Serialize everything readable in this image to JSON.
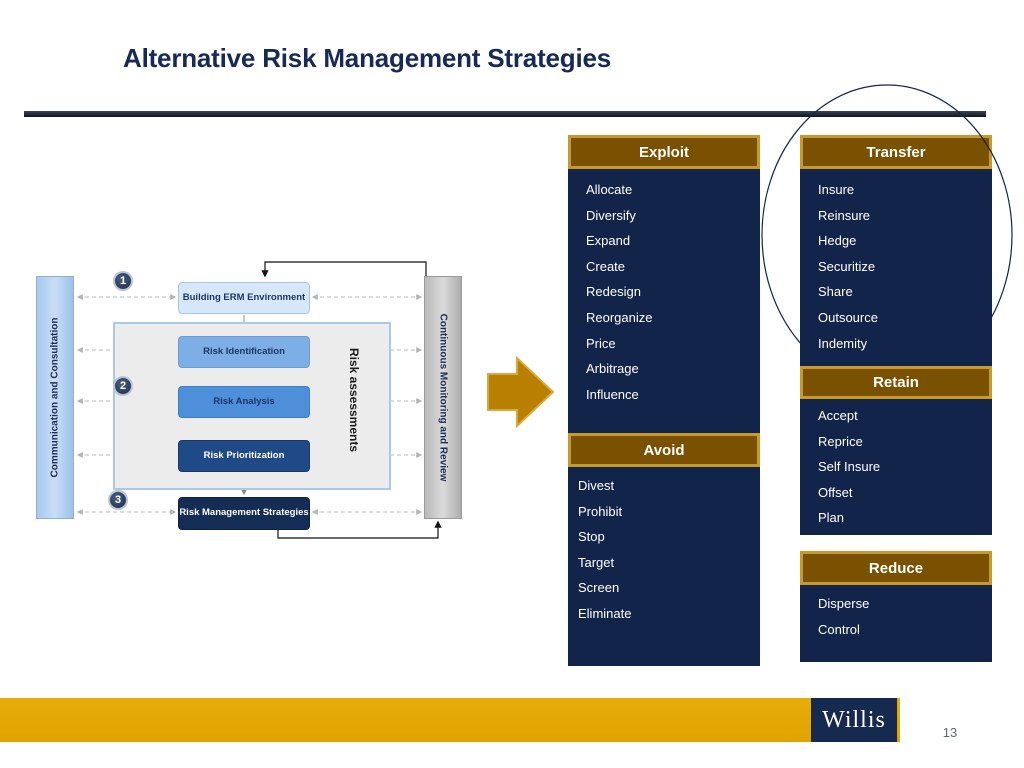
{
  "slide": {
    "title": "Alternative Risk Management Strategies",
    "page_number": "13",
    "logo_text": "Willis"
  },
  "diagram": {
    "left_bar": "Communication and Consultation",
    "right_bar": "Continuous Monitoring and  Review",
    "assessments_label": "Risk assessments",
    "steps": [
      {
        "label": "Building ERM Environment"
      },
      {
        "label": "Risk Identification"
      },
      {
        "label": "Risk Analysis"
      },
      {
        "label": "Risk Prioritization"
      },
      {
        "label": "Risk Management Strategies"
      }
    ],
    "markers": [
      "1",
      "2",
      "3"
    ]
  },
  "strategies": {
    "exploit": {
      "title": "Exploit",
      "items": [
        "Allocate",
        "Diversify",
        "Expand",
        "Create",
        "Redesign",
        "Reorganize",
        "Price",
        "Arbitrage",
        "Influence"
      ]
    },
    "avoid": {
      "title": "Avoid",
      "items": [
        "Divest",
        "Prohibit",
        "Stop",
        "Target",
        "Screen",
        "Eliminate"
      ]
    },
    "transfer": {
      "title": "Transfer",
      "items": [
        "Insure",
        "Reinsure",
        "Hedge",
        "Securitize",
        "Share",
        "Outsource",
        "Indemity"
      ]
    },
    "retain": {
      "title": "Retain",
      "items": [
        "Accept",
        "Reprice",
        "Self Insure",
        "Offset",
        "Plan"
      ]
    },
    "reduce": {
      "title": "Reduce",
      "items": [
        "Disperse",
        "Control"
      ]
    }
  },
  "colors": {
    "title": "#162a55",
    "panel_body": "#13244a",
    "panel_header": "#7a5100",
    "panel_header_border": "#c89a2a",
    "footer_band": "#e0a300",
    "arrow": "#b98000"
  }
}
